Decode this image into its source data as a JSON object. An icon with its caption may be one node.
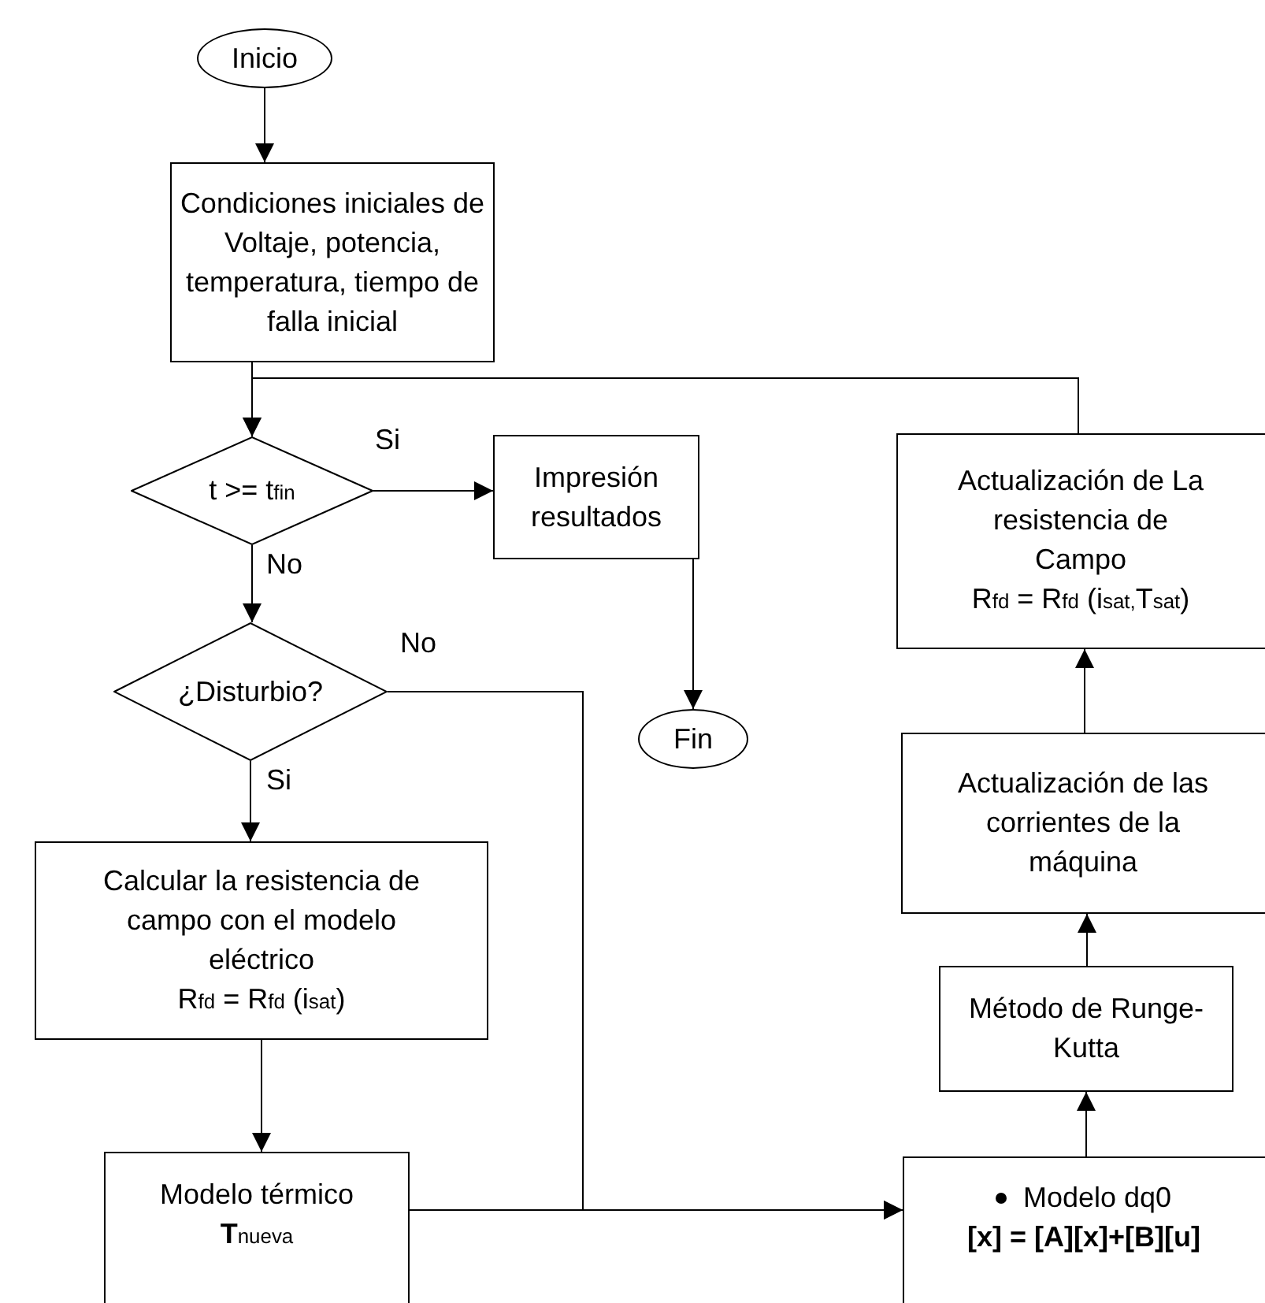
{
  "diagram": {
    "nodes": [
      {
        "text": [
          "Inicio"
        ]
      },
      {
        "text": [
          "Condiciones iniciales de Voltaje,  potencia, temperatura, tiempo de falla inicial"
        ]
      },
      {
        "text": [
          "t >= t$_{fin}$"
        ]
      },
      {
        "text": [
          "Impresión resultados"
        ]
      },
      {
        "text": [
          "Fin"
        ]
      },
      {
        "text": [
          "¿Disturbio?"
        ]
      },
      {
        "text": [
          "Calcular la resistencia de campo con el modelo eléctrico",
          "R$_{fd}$ = R$_{fd}$ (i$_{sat}$)"
        ]
      },
      {
        "text": [
          "Modelo térmico",
          "**T**$_{nueva}$"
        ]
      },
      {
        "text": [
          "Modelo dq0",
          "[x] = [A][x]+[B][u]"
        ]
      },
      {
        "text": [
          "Método de Runge-Kutta"
        ]
      },
      {
        "text": [
          "Actualización de las corrientes de la máquina"
        ]
      },
      {
        "text": [
          "Actualización de La resistencia de Campo",
          "R$_{fd}$ = R$_{fd}$ (i$_{sat,}$T$_{sat}$)"
        ]
      }
    ],
    "edges": [
      {
        "from": 0,
        "to": 1,
        "arrow": "to"
      },
      {
        "from": 1,
        "to": 2,
        "arrow": "to"
      },
      {
        "from": 2,
        "to": 3,
        "arrow": "to",
        "label": "Si"
      },
      {
        "from": 3,
        "to": 4,
        "arrow": "to"
      },
      {
        "from": 2,
        "to": 5,
        "arrow": "to",
        "label": "No"
      },
      {
        "from": 5,
        "to": 8,
        "arrow": "to",
        "label": "No"
      },
      {
        "from": 5,
        "to": 6,
        "arrow": "to",
        "label": "Si"
      },
      {
        "from": 6,
        "to": 7,
        "arrow": "to"
      },
      {
        "from": 7,
        "to": 8,
        "arrow": "to"
      },
      {
        "from": 8,
        "to": 9,
        "arrow": "to"
      },
      {
        "from": 9,
        "to": 10,
        "arrow": "to"
      },
      {
        "from": 10,
        "to": 11,
        "arrow": "to"
      },
      {
        "from": 11,
        "to": 2,
        "arrow": "to"
      }
    ]
  }
}
